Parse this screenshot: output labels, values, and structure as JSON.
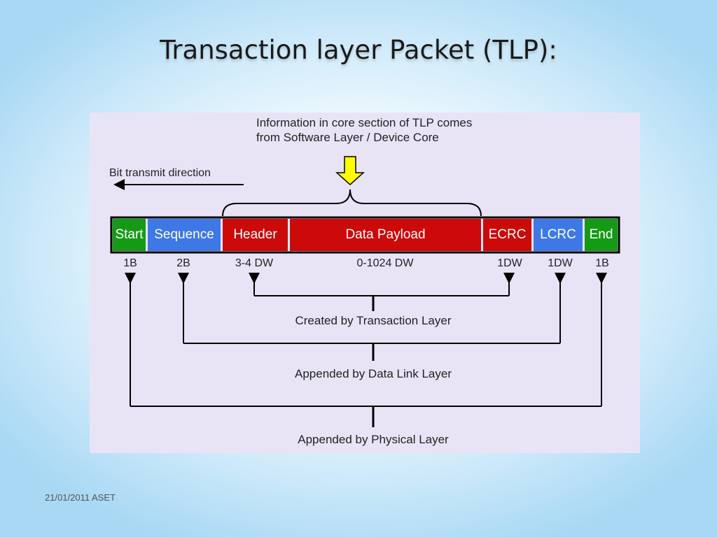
{
  "slide": {
    "title": "Transaction layer Packet (TLP):",
    "footer": "21/01/2011 ASET"
  },
  "diagram": {
    "info_line1": "Information in core section of TLP comes",
    "info_line2": "from Software Layer / Device Core",
    "bit_direction": "Bit transmit direction",
    "fields": [
      {
        "label": "Start",
        "size": "1B",
        "color": "#159a15"
      },
      {
        "label": "Sequence",
        "size": "2B",
        "color": "#3d78e6"
      },
      {
        "label": "Header",
        "size": "3-4 DW",
        "color": "#cc0a0a"
      },
      {
        "label": "Data Payload",
        "size": "0-1024 DW",
        "color": "#cc0a0a"
      },
      {
        "label": "ECRC",
        "size": "1DW",
        "color": "#cc0a0a"
      },
      {
        "label": "LCRC",
        "size": "1DW",
        "color": "#3d78e6"
      },
      {
        "label": "End",
        "size": "1B",
        "color": "#159a15"
      }
    ],
    "created_by": "Created by Transaction Layer",
    "appended_data_link": "Appended by Data Link Layer",
    "appended_physical": "Appended by Physical Layer",
    "arrow_color": "#ffff00"
  }
}
